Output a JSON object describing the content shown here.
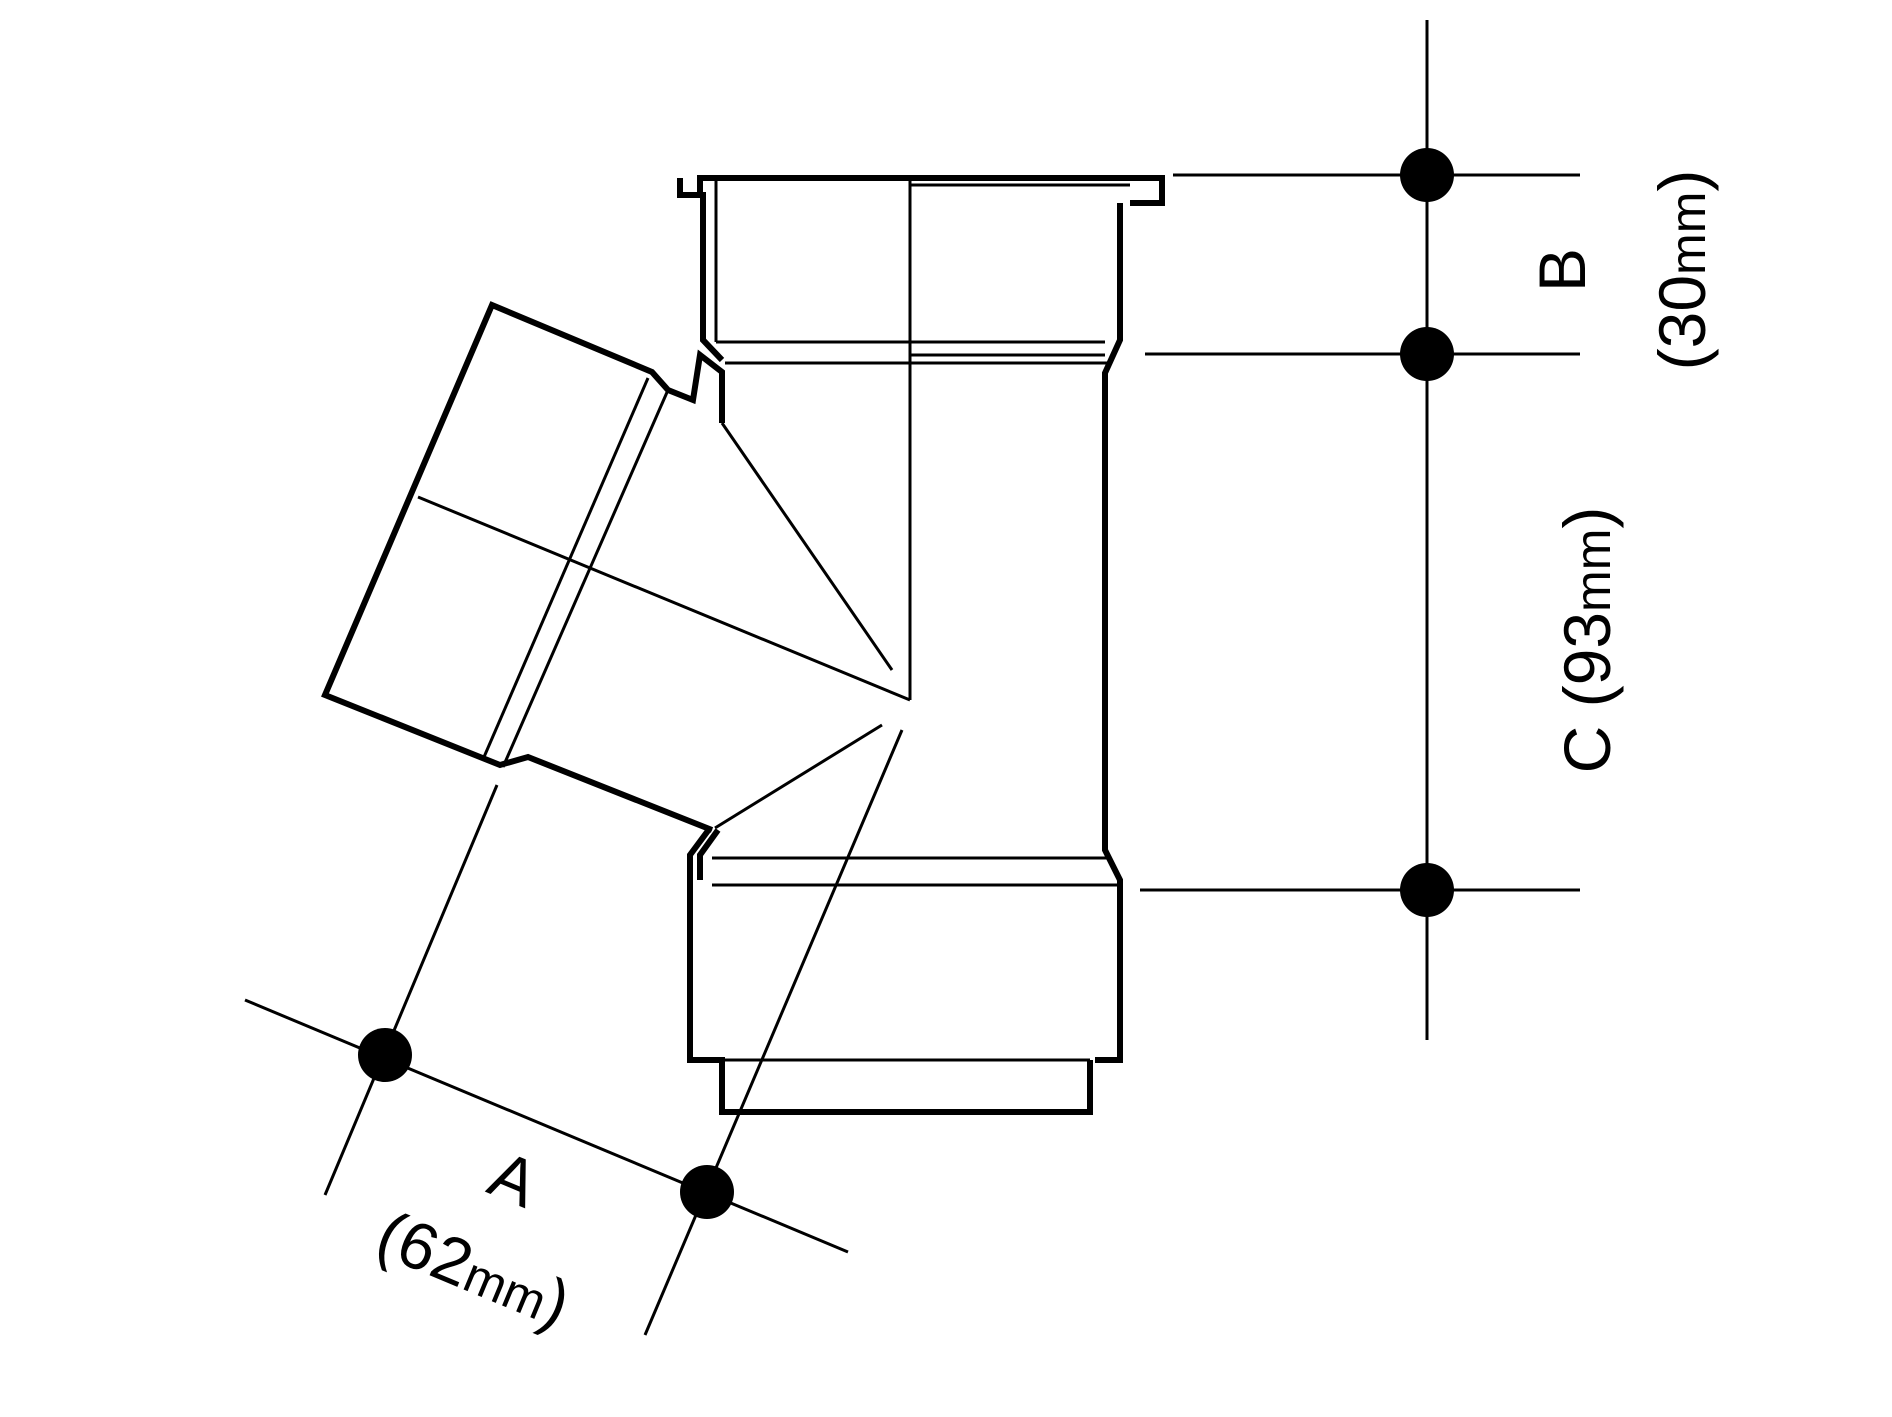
{
  "labels": {
    "a_letter": "A",
    "a_value": "(62",
    "a_unit": "mm",
    "a_close": ")",
    "b_letter": "B",
    "b_value": "(30",
    "b_unit": "mm",
    "b_close": ")",
    "c_letter": "C",
    "c_value": "(93",
    "c_unit": "mm",
    "c_close": ")"
  },
  "colors": {
    "ink": "#000000",
    "background": "#ffffff"
  }
}
